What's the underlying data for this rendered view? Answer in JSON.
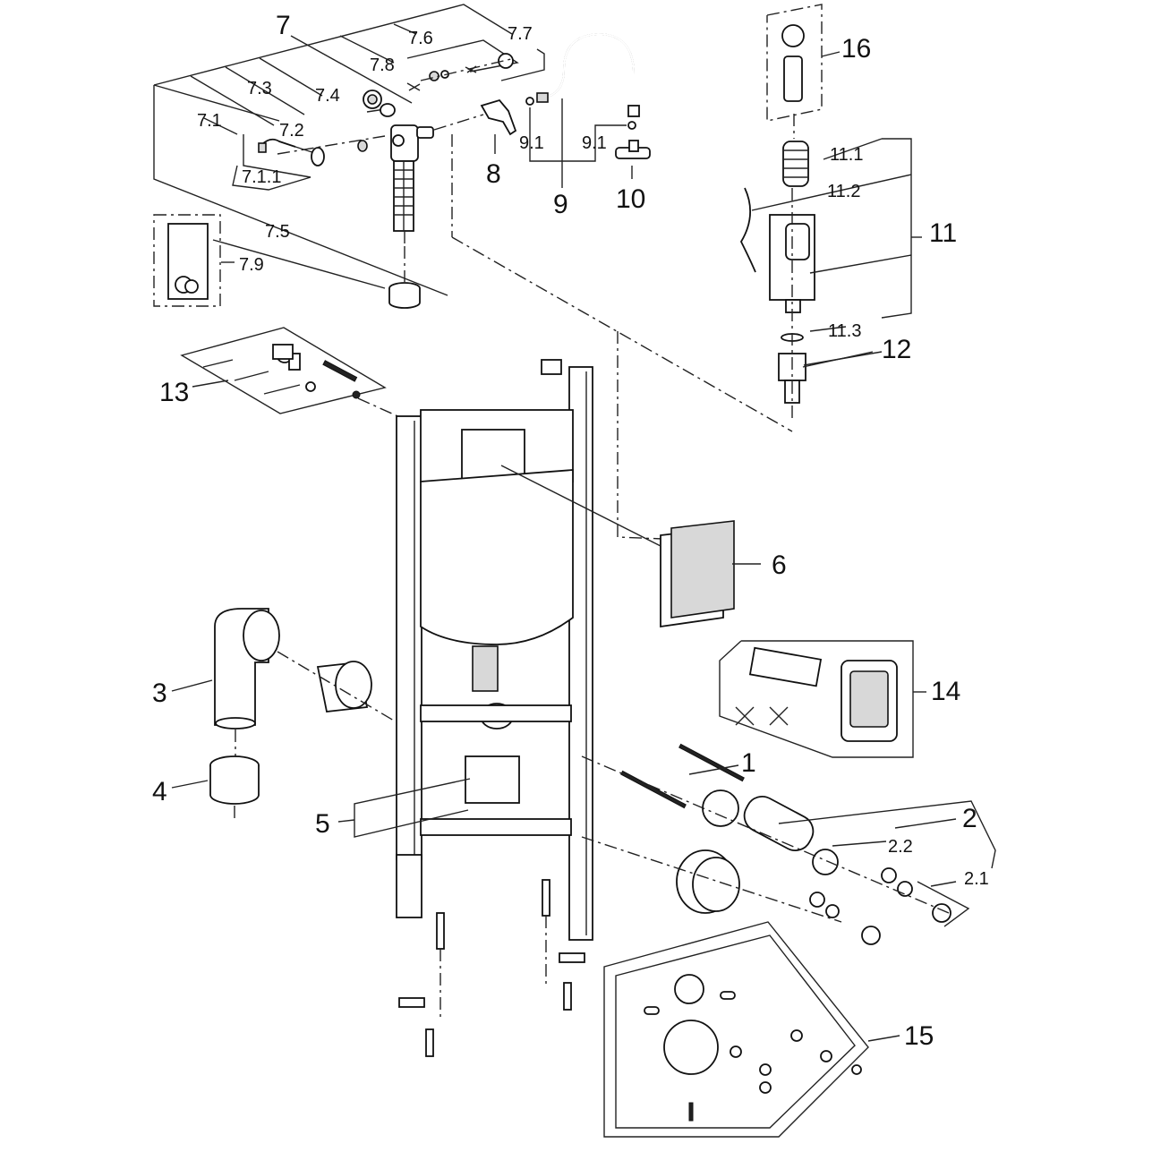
{
  "diagram": {
    "title": "Exploded parts diagram — wall-mounted WC installation frame with concealed cistern",
    "callouts": {
      "p1": "1",
      "p2": "2",
      "p2_1": "2.1",
      "p2_2": "2.2",
      "p3": "3",
      "p4": "4",
      "p5": "5",
      "p6": "6",
      "p7": "7",
      "p7_1": "7.1",
      "p7_1_1": "7.1.1",
      "p7_2": "7.2",
      "p7_3": "7.3",
      "p7_4": "7.4",
      "p7_5": "7.5",
      "p7_6": "7.6",
      "p7_7": "7.7",
      "p7_8": "7.8",
      "p7_9": "7.9",
      "p8": "8",
      "p9": "9",
      "p9_1a": "9.1",
      "p9_1b": "9.1",
      "p10": "10",
      "p11": "11",
      "p11_1": "11.1",
      "p11_2": "11.2",
      "p11_3": "11.3",
      "p12": "12",
      "p13": "13",
      "p14": "14",
      "p15": "15",
      "p16": "16"
    }
  }
}
